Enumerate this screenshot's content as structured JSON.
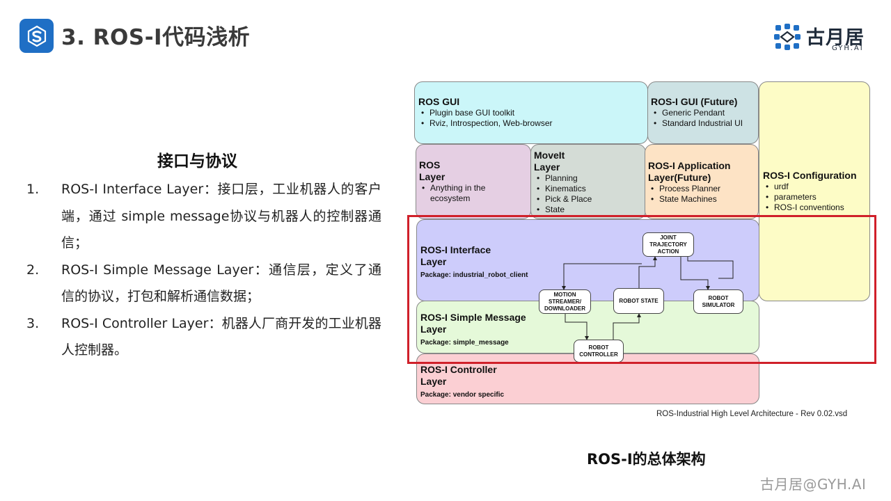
{
  "header": {
    "title": "3. ROS-I代码浅析",
    "brand_cn": "古月居",
    "brand_en": "GYH.AI",
    "logo_icon": "s-logo-icon",
    "accent": "#1f6fc5"
  },
  "left": {
    "heading": "接口与协议",
    "items": [
      {
        "num": "1.",
        "text": "ROS-I Interface Layer：接口层，工业机器人的客户端，通过 simple message协议与机器人的控制器通信；"
      },
      {
        "num": "2.",
        "text": "ROS-I Simple Message Layer：通信层，定义了通信的协议，打包和解析通信数据；"
      },
      {
        "num": "3.",
        "text": "ROS-I Controller Layer：机器人厂商开发的工业机器人控制器。"
      }
    ]
  },
  "diagram": {
    "ros_gui": {
      "title": "ROS GUI",
      "items": [
        "Plugin base GUI toolkit",
        "Rviz, Introspection, Web-browser"
      ],
      "color": "#cbf6f9"
    },
    "rosi_gui": {
      "title": "ROS-I GUI (Future)",
      "items": [
        "Generic Pendant",
        "Standard Industrial UI"
      ],
      "color": "#cde2e4"
    },
    "ros_layer": {
      "title_1": "ROS",
      "title_2": "Layer",
      "items": [
        "Anything in the ecosystem"
      ],
      "color": "#e5cfe3"
    },
    "moveit": {
      "title_1": "MoveIt",
      "title_2": "Layer",
      "items": [
        "Planning",
        "Kinematics",
        "Pick & Place",
        "State"
      ],
      "color": "#d4dcd6"
    },
    "app_layer": {
      "title_1": "ROS-I Application",
      "title_2": "Layer(Future)",
      "items": [
        "Process Planner",
        "State Machines"
      ],
      "color": "#fde3c5"
    },
    "config": {
      "title": "ROS-I Configuration",
      "items": [
        "urdf",
        "parameters",
        "ROS-I conventions"
      ],
      "color": "#fdfcc6"
    },
    "interface": {
      "title_1": "ROS-I Interface",
      "title_2": "Layer",
      "package": "Package: industrial_robot_client",
      "color": "#cdccfb"
    },
    "simple_msg": {
      "title_1": "ROS-I Simple Message",
      "title_2": "Layer",
      "package": "Package: simple_message",
      "color": "#e5f9d9"
    },
    "controller": {
      "title_1": "ROS-I Controller",
      "title_2": "Layer",
      "package": "Package: vendor specific",
      "color": "#fbcfd3"
    },
    "nodes": {
      "joint_trajectory": [
        "JOINT",
        "TRAJECTORY",
        "ACTION"
      ],
      "motion_streamer": [
        "MOTION",
        "STREAMER/",
        "DOWNLOADER"
      ],
      "robot_state": [
        "ROBOT STATE"
      ],
      "robot_simulator": [
        "ROBOT",
        "SIMULATOR"
      ],
      "robot_controller": [
        "ROBOT",
        "CONTROLLER"
      ]
    },
    "caption": "ROS-Industrial High Level Architecture - Rev 0.02.vsd",
    "highlight_color": "#d0202a"
  },
  "figure_title": "ROS-I的总体架构",
  "watermark": "古月居@GYH.AI"
}
